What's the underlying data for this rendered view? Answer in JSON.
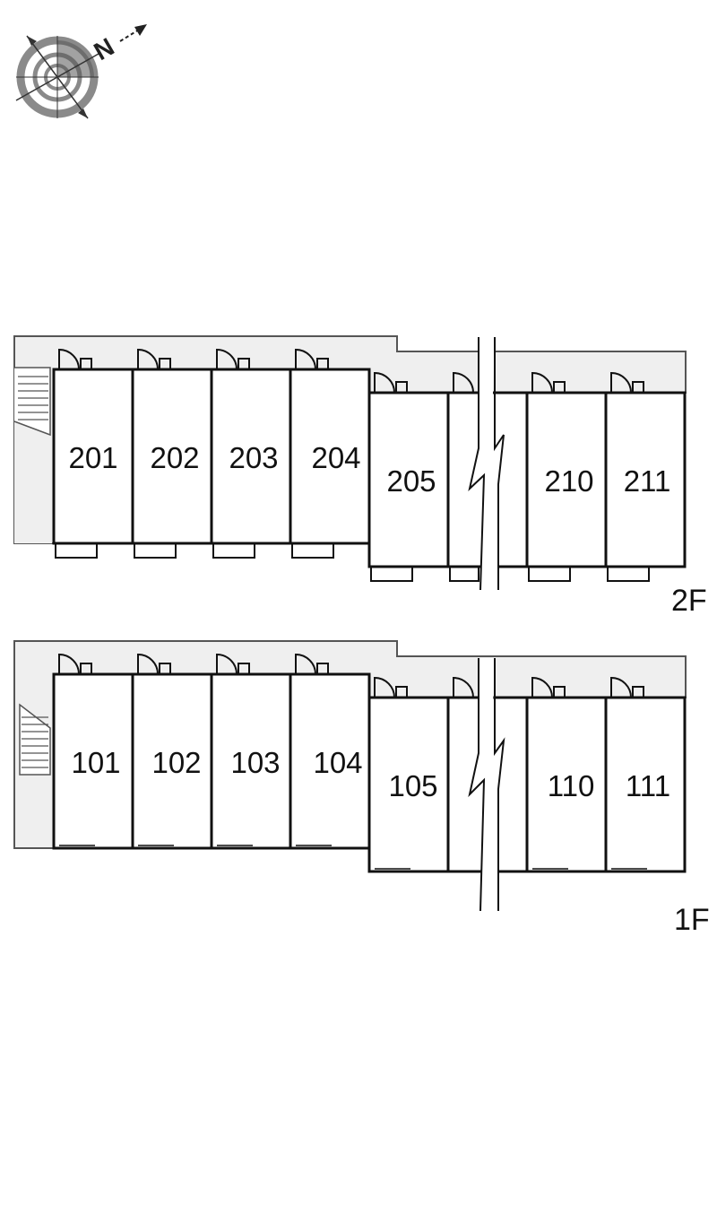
{
  "compass": {
    "north_letter": "N"
  },
  "floors": [
    {
      "label": "2F",
      "rooms_left": [
        "201",
        "202",
        "203",
        "204"
      ],
      "rooms_right": [
        "205",
        "210",
        "211"
      ]
    },
    {
      "label": "1F",
      "rooms_left": [
        "101",
        "102",
        "103",
        "104"
      ],
      "rooms_right": [
        "105",
        "110",
        "111"
      ]
    }
  ],
  "colors": {
    "corridor": "#efefef",
    "wall": "#111111",
    "compass_ring": "#8a8a8a"
  }
}
